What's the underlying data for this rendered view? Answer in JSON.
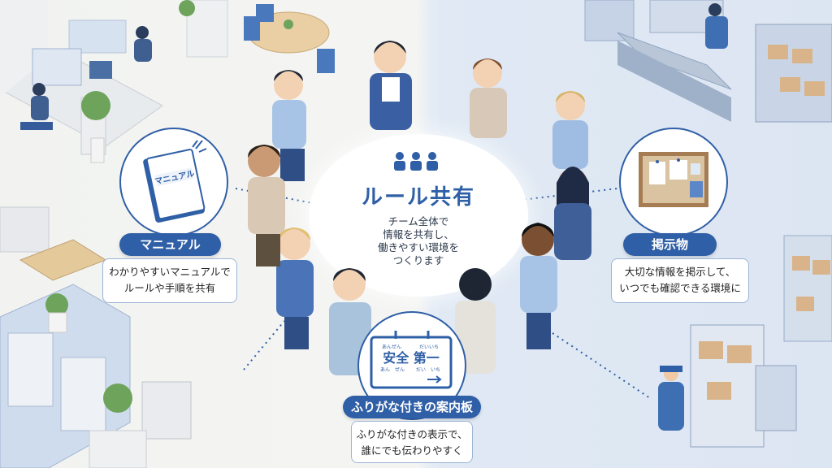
{
  "center": {
    "title": "ルール共有",
    "body": "チーム全体で\n情報を共有し、\n働きやすい環境を\nつくります"
  },
  "manual": {
    "book_label": "マニュアル",
    "pill_label": "マニュアル",
    "description": "わかりやすいマニュアルで\nルールや手順を共有"
  },
  "bulletin": {
    "pill_label": "掲示物",
    "description": "大切な情報を掲示して、\nいつでも確認できる環境に"
  },
  "signboard": {
    "ruby_top_1": "あんぜん",
    "ruby_top_2": "だいいち",
    "sign_text": "安全 第一",
    "ruby_bottom_1": "あん",
    "ruby_bottom_2": "ぜん",
    "ruby_bottom_3": "だい",
    "ruby_bottom_4": "いち",
    "pill_label": "ふりがな付きの案内板",
    "description": "ふりがな付きの表示で、\n誰にでも伝わりやすく"
  },
  "colors": {
    "accent": "#2f5fa6",
    "office_bg": "#f2f3f1",
    "factory_bg": "#dde6f2"
  }
}
